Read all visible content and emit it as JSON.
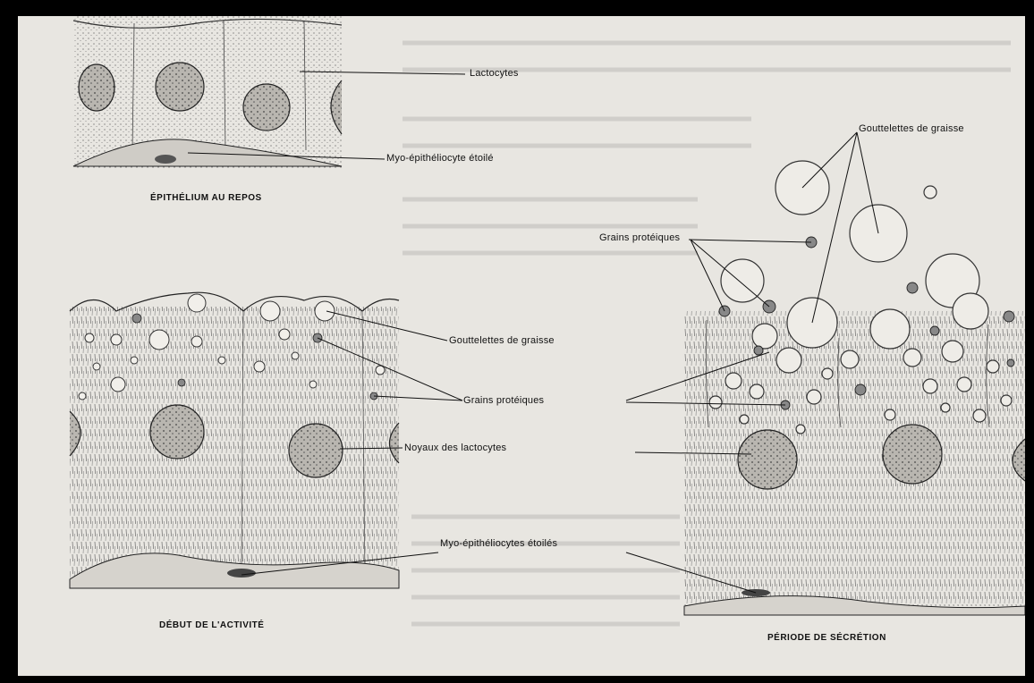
{
  "labels": {
    "lactocytes": "Lactocytes",
    "myo_etoile": "Myo-épithéliocyte étoilé",
    "gouttelettes_1": "Gouttelettes de graisse",
    "grains_1": "Grains protéiques",
    "noyaux": "Noyaux des lactocytes",
    "myo_etoiles": "Myo-épithéliocytes étoilés",
    "gouttelettes_2": "Gouttelettes de graisse",
    "grains_2": "Grains protéiques"
  },
  "captions": {
    "repos": "ÉPITHÉLIUM AU REPOS",
    "debut": "DÉBUT DE L'ACTIVITÉ",
    "secretion": "PÉRIODE DE SÉCRÉTION"
  },
  "colors": {
    "paper": "#e8e6e1",
    "ink": "#1a1a1a",
    "frame": "#000000"
  }
}
